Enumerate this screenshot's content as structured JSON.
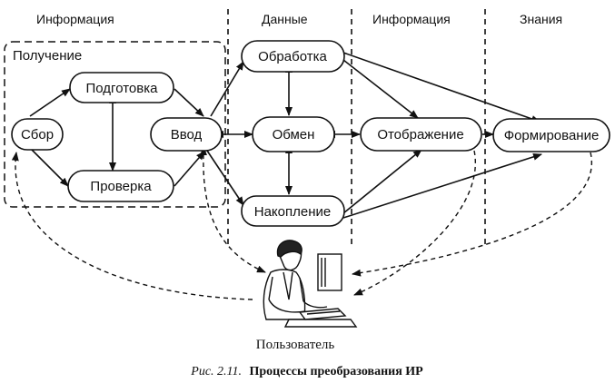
{
  "columns": {
    "info_left": "Информация",
    "data": "Данные",
    "info_right": "Информация",
    "knowledge": "Знания"
  },
  "group": {
    "label": "Получение"
  },
  "nodes": {
    "sbor": "Сбор",
    "podgotovka": "Подготовка",
    "proverka": "Проверка",
    "vvod": "Ввод",
    "obrabotka": "Обработка",
    "obmen": "Обмен",
    "nakoplenie": "Накопление",
    "otobrazhenie": "Отображение",
    "formirovanie": "Формирование"
  },
  "user": {
    "label": "Пользователь",
    "icon": "user-at-computer-icon"
  },
  "caption": {
    "prefix": "Рис. 2.11.",
    "title": "Процессы преобразования ИР"
  }
}
